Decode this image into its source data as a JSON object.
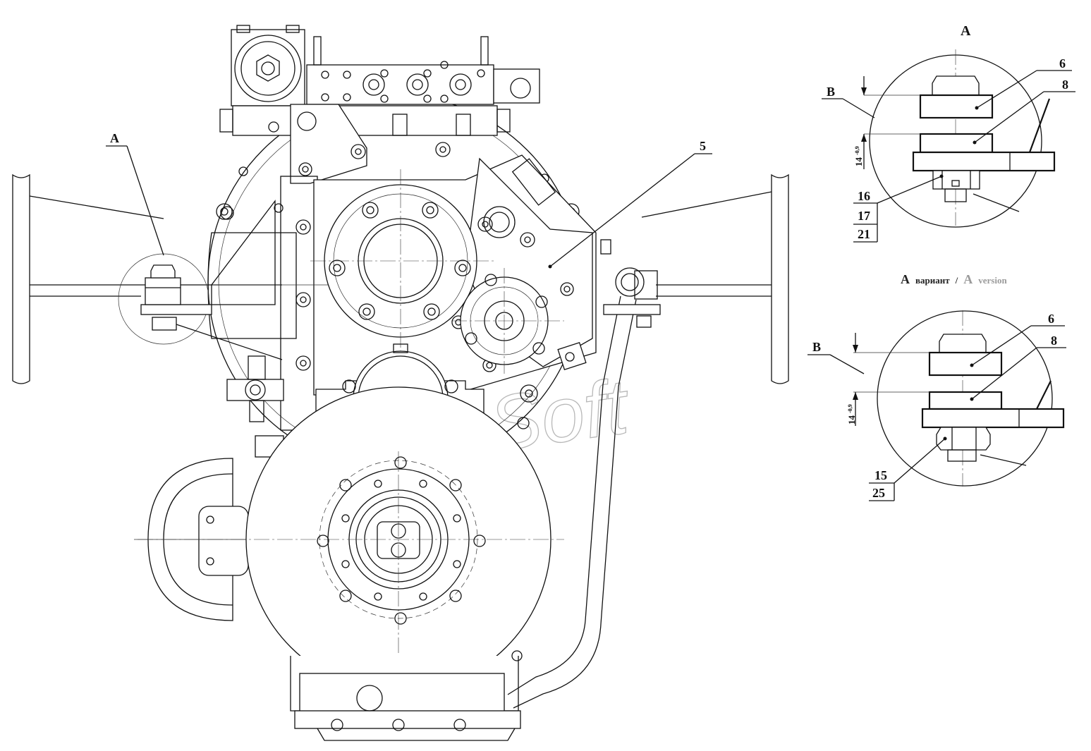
{
  "detail_a_label_main": "A",
  "detail_a_title": "A",
  "callouts": {
    "part_5": "5",
    "detail_a": {
      "p6": "6",
      "p8": "8",
      "p16": "16",
      "p17": "17",
      "p21": "21",
      "dim_b": "B"
    },
    "version": {
      "p6": "6",
      "p8": "8",
      "p15": "15",
      "p25": "25",
      "dim_b": "B"
    }
  },
  "dimension": {
    "main": "14",
    "tolerance": "-0,9"
  },
  "version_title": {
    "letter_ru": "A",
    "text_ru": "вариант",
    "separator": "/",
    "letter_en": "A",
    "text_en": "version"
  },
  "watermark": "Soft",
  "colors": {
    "line": "#111111",
    "watermark": "#b8b8b8",
    "version_en": "#9a9a9a"
  }
}
